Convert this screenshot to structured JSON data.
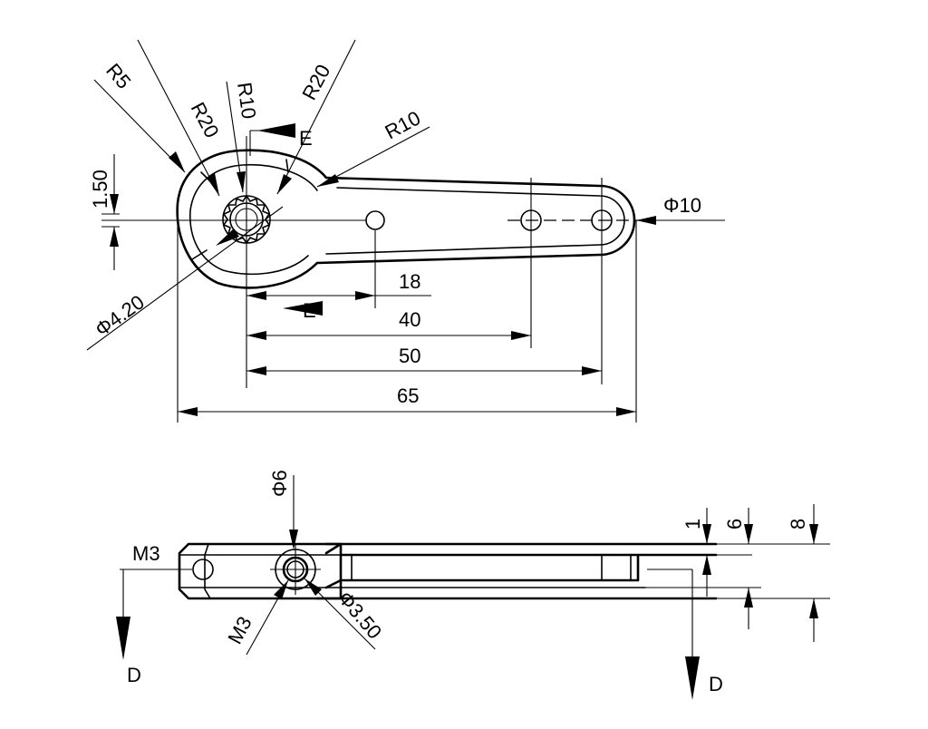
{
  "top_view": {
    "dimensions": {
      "r5": "R5",
      "r20_a": "R20",
      "r10_a": "R10",
      "r20_b": "R20",
      "r10_b": "R10",
      "thick_1_50": "1.50",
      "dia_4_20": "Φ4.20",
      "dia_10": "Φ10",
      "len_18": "18",
      "len_40": "40",
      "len_50": "50",
      "len_65": "65"
    },
    "section_labels": {
      "e_top": "E",
      "e_bottom": "E"
    }
  },
  "side_view": {
    "dimensions": {
      "dia_6": "Φ6",
      "m3_left": "M3",
      "m3_bottom": "M3",
      "dia_3_50": "Φ3.50",
      "thick_1": "1",
      "thick_6": "6",
      "thick_8": "8"
    },
    "section_labels": {
      "d_left": "D",
      "d_right": "D"
    }
  }
}
